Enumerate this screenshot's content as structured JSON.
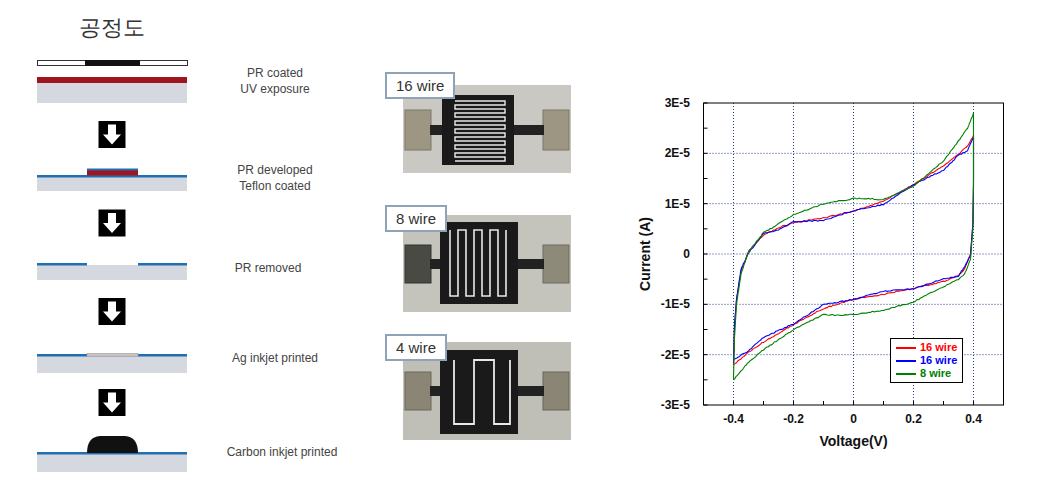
{
  "diagram": {
    "title": "공정도",
    "nodes": [
      {
        "text": [
          "PR coated UV exposure"
        ]
      },
      {
        "text": [
          "PR developed Teflon coated"
        ]
      },
      {
        "text": [
          "PR removed"
        ]
      },
      {
        "text": [
          "Ag inkjet printed"
        ]
      },
      {
        "text": [
          "Carbon inkjet printed"
        ]
      },
      {
        "text": [
          "16 wire"
        ]
      },
      {
        "text": [
          "8 wire"
        ]
      },
      {
        "text": [
          "4 wire"
        ]
      }
    ],
    "edges": [
      {
        "from": 0,
        "to": 1,
        "arrow": "to"
      },
      {
        "from": 1,
        "to": 2,
        "arrow": "to"
      },
      {
        "from": 2,
        "to": 3,
        "arrow": "to"
      },
      {
        "from": 3,
        "to": 4,
        "arrow": "to"
      }
    ],
    "labels": [
      "3E-5",
      "2E-5",
      "1E-5",
      "0",
      "-1E-5",
      "-2E-5",
      "-3E-5",
      "-0.4",
      "-0.2",
      "0",
      "0.2",
      "0.4",
      "Current (A)",
      "Voltage(V)"
    ],
    "legend": [
      {
        "text": "16 wire",
        "color": "#ff0000"
      },
      {
        "text": "16 wire",
        "color": "#0000ff"
      },
      {
        "text": "8 wire",
        "color": "#008000"
      }
    ]
  }
}
